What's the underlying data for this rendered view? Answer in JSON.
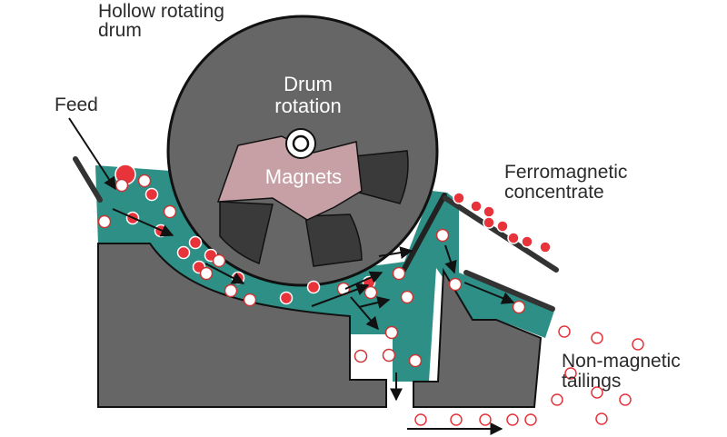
{
  "labels": {
    "hollow_drum": [
      "Hollow rotating",
      "drum"
    ],
    "feed": "Feed",
    "drum_rotation": [
      "Drum",
      "rotation"
    ],
    "magnets": "Magnets",
    "ferromagnetic": [
      "Ferromagnetic",
      "concentrate"
    ],
    "non_magnetic": [
      "Non-magnetic",
      "tailings"
    ]
  },
  "colors": {
    "slurry": "#2e8f86",
    "housing": "#666666",
    "drum": "#666666",
    "magnet_segment": "#3a3a3a",
    "magnet_block": "#c7a0a5",
    "outline": "#111111",
    "magnetic_particle": "#e8333b",
    "nonmagnetic_particle": "#ffffff",
    "text": "#2b2b2b"
  },
  "icons": {
    "shaft": "axle-circle-icon",
    "arrow": "flow-arrow-icon"
  }
}
